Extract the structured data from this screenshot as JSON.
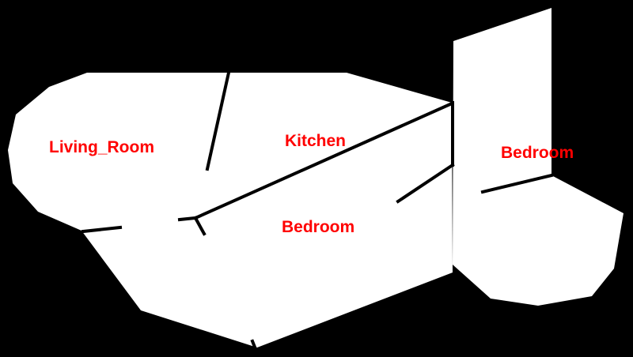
{
  "colors": {
    "background": "#000000",
    "floor": "#ffffff",
    "wall": "#000000",
    "label": "#ff0000"
  },
  "rooms": [
    {
      "label": "Living_Room"
    },
    {
      "label": "Kitchen"
    },
    {
      "label": "Bedroom"
    },
    {
      "label": "Bedroom"
    }
  ]
}
